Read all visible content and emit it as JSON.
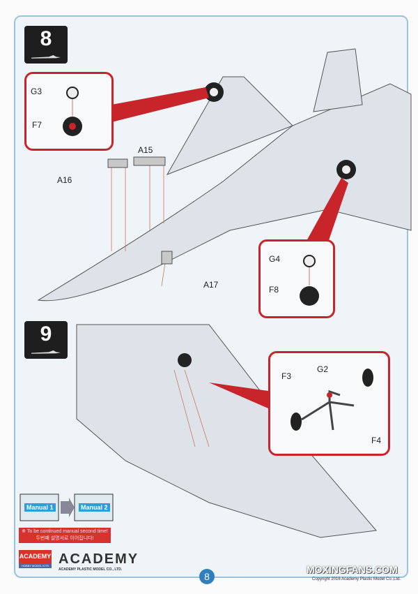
{
  "steps": [
    {
      "number": "8"
    },
    {
      "number": "9"
    }
  ],
  "step8": {
    "callout_a": {
      "labels": [
        "G3",
        "F7"
      ]
    },
    "parts": [
      "A15",
      "A16",
      "A17"
    ],
    "callout_b": {
      "labels": [
        "G4",
        "F8"
      ]
    }
  },
  "step9": {
    "callout": {
      "labels": [
        "F3",
        "G2",
        "F4"
      ]
    }
  },
  "footer": {
    "manual1": "Manual 1",
    "manual2": "Manual 2",
    "note_en": "※ To be continued manual second time!",
    "note_ko": "두번째 설명서로 이어집니다!",
    "logo_badge": "ACADEMY",
    "logo_badge_sub": "HOBBY MODEL KITS",
    "logo_word": "ACADEMY",
    "company": "ACADEMY PLASTIC MODEL CO., LTD.",
    "page_number": "8",
    "watermark": "MOXINGFANS.COM",
    "copyright": "Copyright 2016 Academy Plastic Model Co.,Ltd."
  },
  "colors": {
    "accent_red": "#c8252a",
    "frame_blue": "#9cc3dc",
    "page_badge": "#2f7fbf"
  }
}
